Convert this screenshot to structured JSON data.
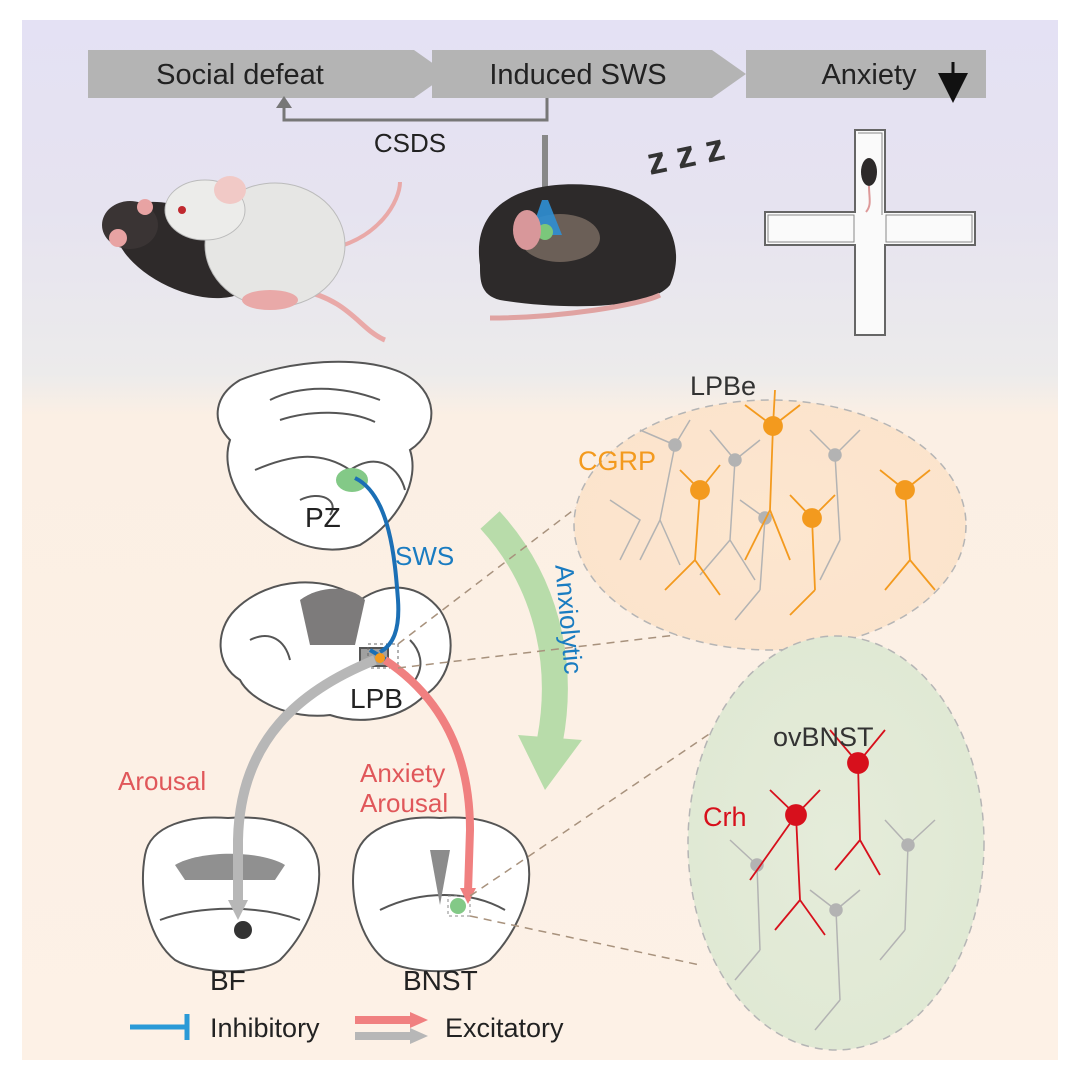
{
  "workflow": {
    "steps": [
      "Social defeat",
      "Induced SWS",
      "Anxiety"
    ],
    "feedback_label": "CSDS",
    "sleep_text": "z z z"
  },
  "regions": {
    "pz": "PZ",
    "lpb": "LPB",
    "bf": "BF",
    "bnst": "BNST"
  },
  "pathway_labels": {
    "sws": "SWS",
    "anxiolytic": "Anxiolytic",
    "arousal": "Arousal",
    "anxiety": "Anxiety",
    "arousal_2": "Arousal"
  },
  "insets": {
    "lpb": {
      "title": "LPBe",
      "marker": "CGRP"
    },
    "bnst": {
      "title": "ovBNST",
      "marker": "Crh"
    }
  },
  "legend": {
    "inhibitory": "Inhibitory",
    "excitatory": "Excitatory"
  },
  "colors": {
    "inhibitory": "#1a86c8",
    "excitatory": "#f07a78",
    "arousal_gray": "#b9b9b9",
    "cgrp": "#f39a1e",
    "crh": "#d7101c",
    "anxiolytic_arrow": "#b8dcaa",
    "top_band": "#e6e3f3",
    "bottom_band": "#fdeee0"
  }
}
